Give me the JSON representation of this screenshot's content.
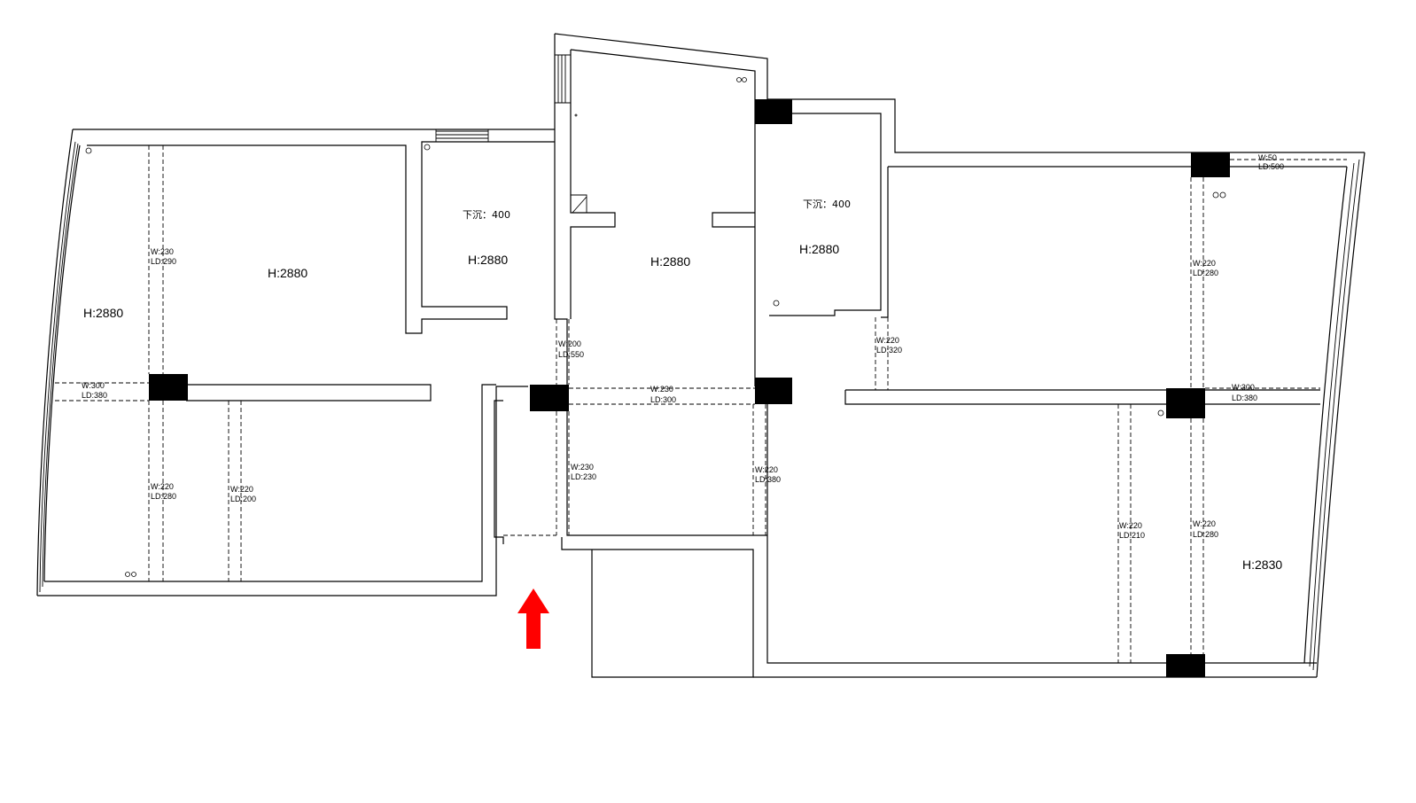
{
  "rooms": [
    {
      "id": "room-far-left",
      "height": "H:2880"
    },
    {
      "id": "room-left",
      "height": "H:2880"
    },
    {
      "id": "room-bath-left",
      "height": "H:2880",
      "sink": "下沉：400"
    },
    {
      "id": "room-center",
      "height": "H:2880"
    },
    {
      "id": "room-bath-right",
      "height": "H:2880",
      "sink": "下沉：400"
    },
    {
      "id": "room-right",
      "height": "H:2830"
    }
  ],
  "beams": [
    {
      "id": "beam-left-vertical-top",
      "w": "W:230",
      "ld": "LD:290"
    },
    {
      "id": "beam-left-horizontal",
      "w": "W:300",
      "ld": "LD:380"
    },
    {
      "id": "beam-left-vertical-bottom",
      "w": "W:220",
      "ld": "LD:280"
    },
    {
      "id": "beam-left-inner-vertical",
      "w": "W:220",
      "ld": "LD:200"
    },
    {
      "id": "beam-center-top-vertical",
      "w": "W:200",
      "ld": "LD:550"
    },
    {
      "id": "beam-center-horizontal",
      "w": "W:230",
      "ld": "LD:300"
    },
    {
      "id": "beam-center-left-vertical",
      "w": "W:230",
      "ld": "LD:230"
    },
    {
      "id": "beam-center-right-vertical",
      "w": "W:220",
      "ld": "LD:380"
    },
    {
      "id": "beam-right-bath-vertical",
      "w": "W:220",
      "ld": "LD:320"
    },
    {
      "id": "beam-right-top-corner",
      "w": "W:50",
      "ld": "LD:500"
    },
    {
      "id": "beam-right-vertical-top",
      "w": "W:220",
      "ld": "LD:280"
    },
    {
      "id": "beam-right-horizontal",
      "w": "W:300",
      "ld": "LD:380"
    },
    {
      "id": "beam-right-inner-vertical",
      "w": "W:220",
      "ld": "LD:210"
    },
    {
      "id": "beam-right-vertical-bottom",
      "w": "W:220",
      "ld": "LD:280"
    }
  ],
  "colors": {
    "walls": "#000000",
    "entrance_arrow": "#ff0000",
    "background": "#ffffff"
  },
  "icons": {
    "entrance": "entrance-arrow-icon"
  }
}
